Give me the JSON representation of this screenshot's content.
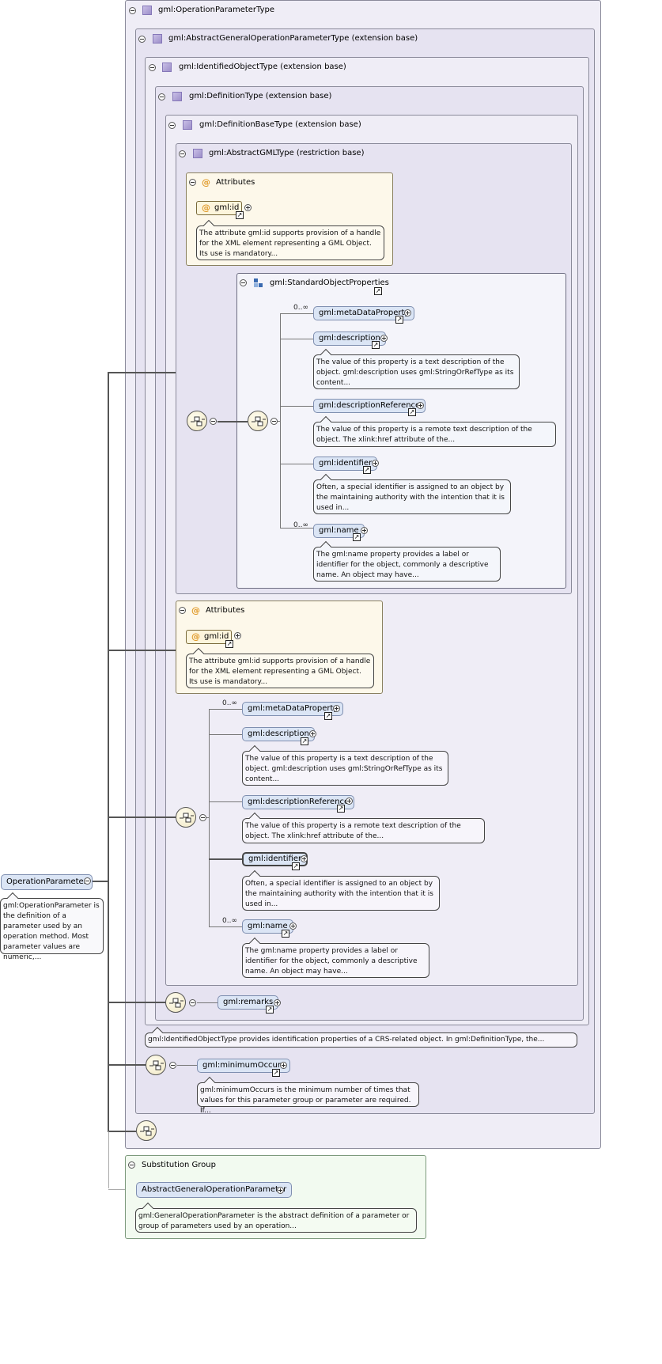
{
  "root": {
    "element": "OperationParameter",
    "doc": "gml:OperationParameter is the definition of a parameter used by an operation method. Most parameter values are numeric,..."
  },
  "types": {
    "operation_parameter_type": "gml:OperationParameterType",
    "abstract_general": "gml:AbstractGeneralOperationParameterType (extension base)",
    "identified_object": "gml:IdentifiedObjectType (extension base)",
    "definition": "gml:DefinitionType (extension base)",
    "definition_base": "gml:DefinitionBaseType (extension base)",
    "abstract_gml": "gml:AbstractGMLType (restriction base)"
  },
  "attributes_inner": {
    "title": "Attributes",
    "attr_name": "gml:id",
    "doc": "The attribute gml:id supports provision of a handle for the XML element representing a GML Object. Its use is mandatory..."
  },
  "standard_props": {
    "group": "gml:StandardObjectProperties",
    "occ_meta": "0..∞",
    "occ_name": "0..∞",
    "metaDataProperty": "gml:metaDataProperty",
    "description": "gml:description",
    "description_doc": "The value of this property is a text description of the object. gml:description uses gml:StringOrRefType as its content...",
    "descriptionReference": "gml:descriptionReference",
    "descriptionReference_doc": "The value of this property is a remote text description of the object. The xlink:href attribute of the...",
    "identifier": "gml:identifier",
    "identifier_doc": "Often, a special identifier is assigned to an object by the maintaining authority with the intention that it is used in...",
    "name": "gml:name",
    "name_doc": "The gml:name property provides a label or identifier for the object, commonly a descriptive name. An object may have..."
  },
  "attributes_outer": {
    "title": "Attributes",
    "attr_name": "gml:id",
    "doc": "The attribute gml:id supports provision of a handle for the XML element representing a GML Object. Its use is mandatory..."
  },
  "outer_props": {
    "occ_meta": "0..∞",
    "occ_name": "0..∞",
    "metaDataProperty": "gml:metaDataProperty",
    "description": "gml:description",
    "description_doc": "The value of this property is a text description of the object. gml:description uses gml:StringOrRefType as its content...",
    "descriptionReference": "gml:descriptionReference",
    "descriptionReference_doc": "The value of this property is a remote text description of the object. The xlink:href attribute of the...",
    "identifier": "gml:identifier",
    "identifier_doc": "Often, a special identifier is assigned to an object by the maintaining authority with the intention that it is used in...",
    "name": "gml:name",
    "name_doc": "The gml:name property provides a label or identifier for the object, commonly a descriptive name. An object may have..."
  },
  "remarks": "gml:remarks",
  "identified_doc": "gml:IdentifiedObjectType provides identification properties of a CRS-related object. In gml:DefinitionType, the...",
  "minimumOccurs": {
    "name": "gml:minimumOccurs",
    "doc": "gml:minimumOccurs is the minimum number of times that values for this parameter group or parameter are required. If..."
  },
  "substitution": {
    "title": "Substitution Group",
    "element": "AbstractGeneralOperationParameter",
    "doc": "gml:GeneralOperationParameter is the abstract definition of a parameter or group of parameters used by an operation..."
  },
  "colors": {
    "element_fill": "#dbe5f5",
    "type_box_fill": "#efedf6",
    "attributes_fill": "#fdf8ea",
    "substitution_fill": "#f2faf0"
  }
}
